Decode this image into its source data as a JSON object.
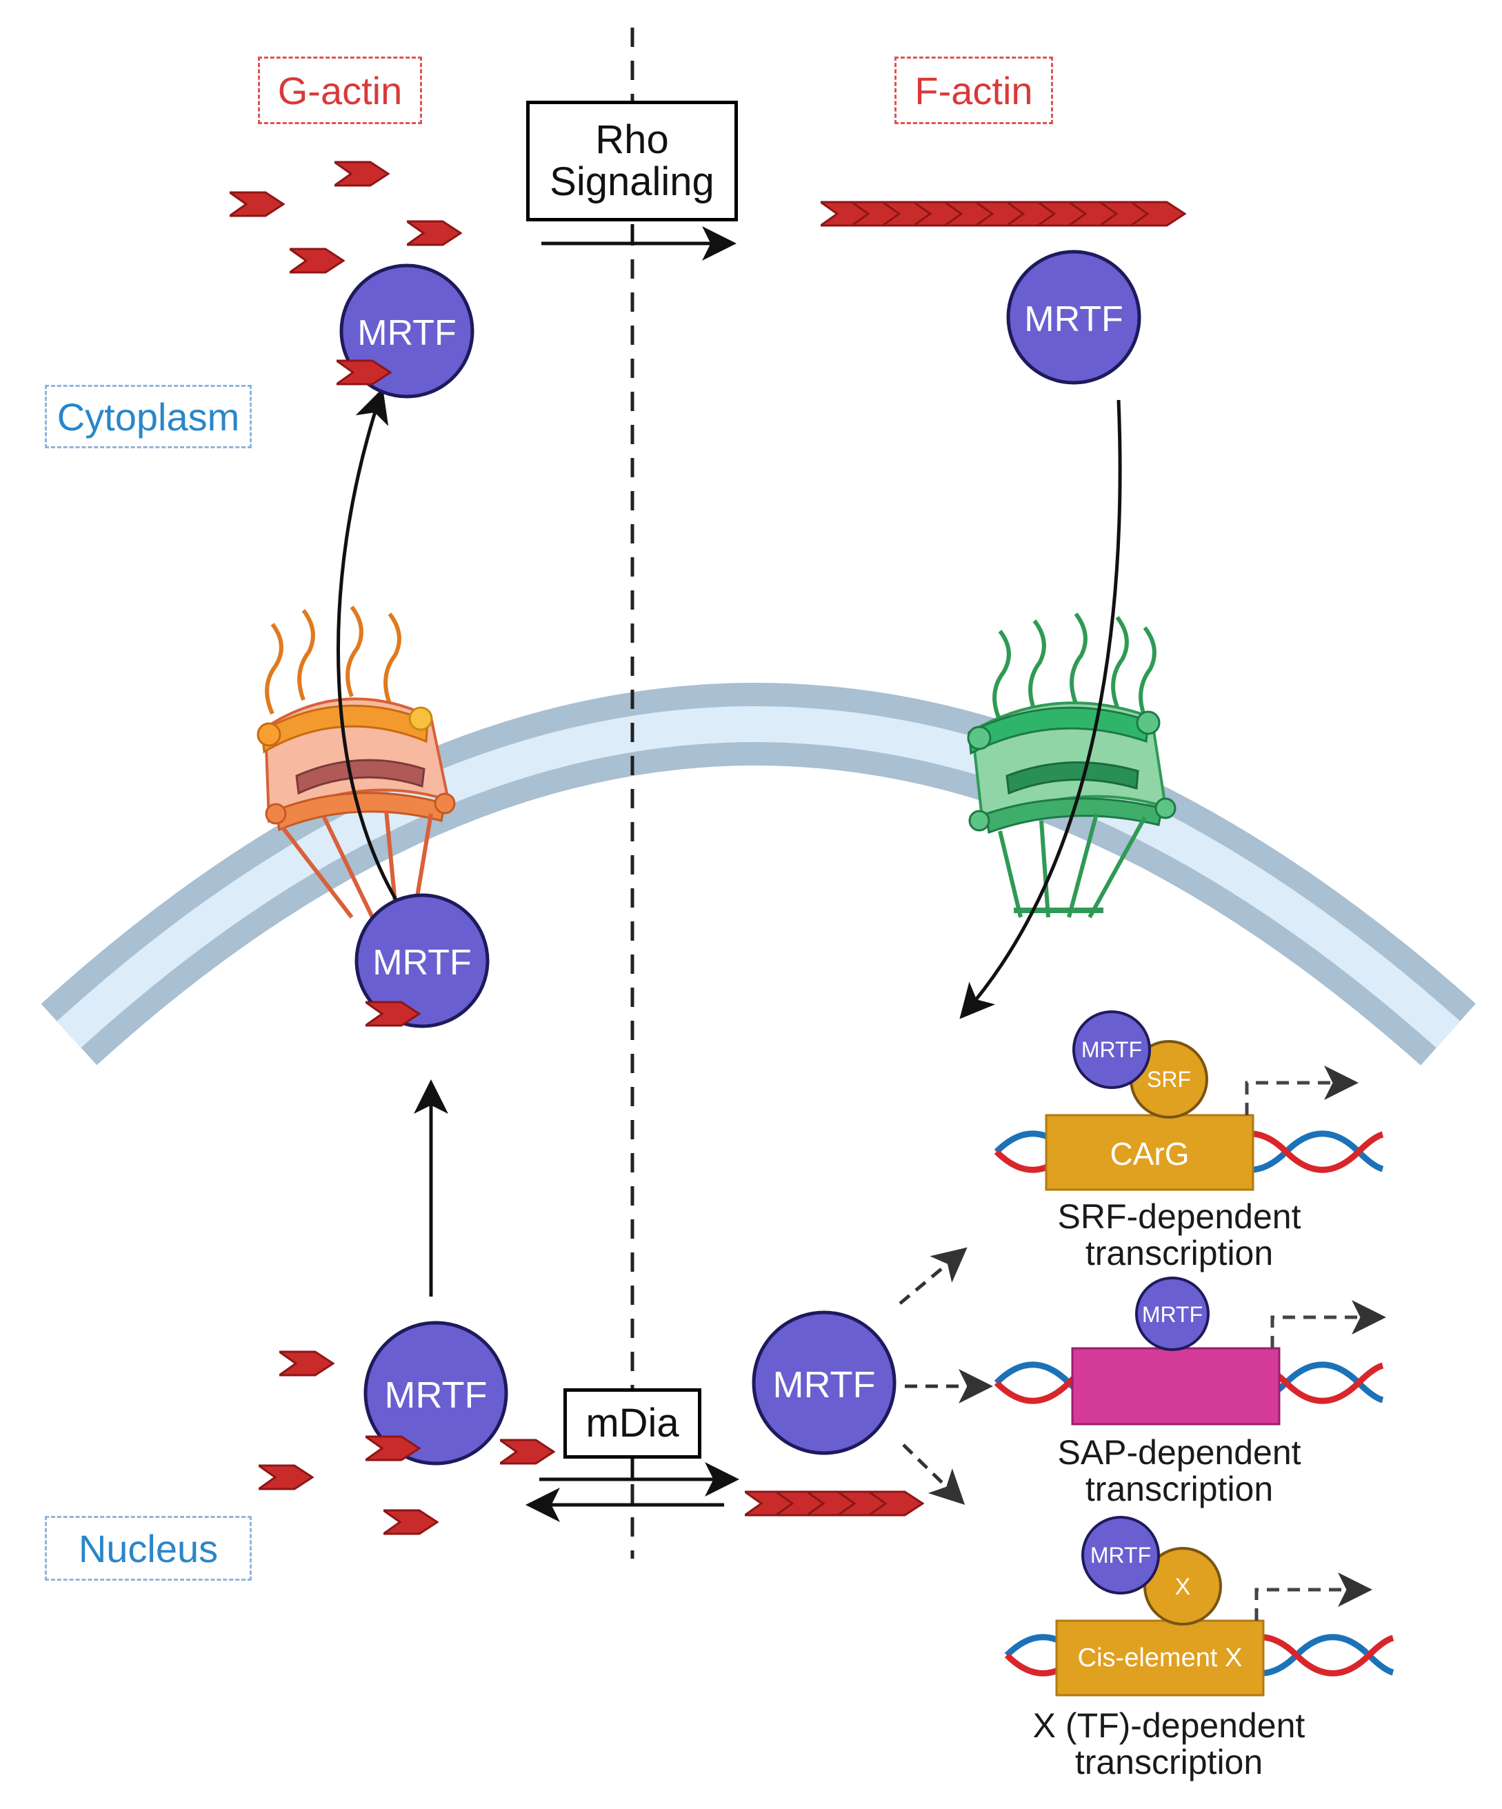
{
  "labels": {
    "g_actin": "G-actin",
    "f_actin": "F-actin",
    "cytoplasm": "Cytoplasm",
    "nucleus": "Nucleus",
    "rho_line1": "Rho",
    "rho_line2": "Signaling",
    "mdia": "mDia",
    "mrtf": "MRTF",
    "srf": "SRF",
    "x": "X",
    "carg": "CArG",
    "cis_element": "Cis-element X"
  },
  "transcription": [
    {
      "line1": "SRF-dependent",
      "line2": "transcription"
    },
    {
      "line1": "SAP-dependent",
      "line2": "transcription"
    },
    {
      "line1": "X (TF)-dependent",
      "line2": "transcription"
    }
  ],
  "colors": {
    "mrtf": "#6a5fd0",
    "actin": "#c92b2b",
    "orange_complex": "#f0883c",
    "green_complex": "#2fa35e",
    "membrane": "#a9bfd2",
    "membrane_inner": "#dcecf8",
    "srf_gold": "#e0a020",
    "sap_pink": "#d43b98",
    "dna_red": "#d8262b",
    "dna_blue": "#1c72b8"
  },
  "icons": [
    "actin-monomer-icon",
    "nuclear-pore-icon",
    "dna-icon"
  ]
}
